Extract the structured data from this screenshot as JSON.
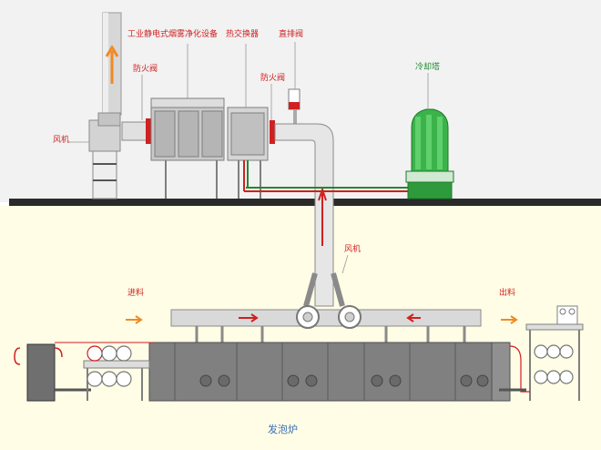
{
  "labels": {
    "purifier": "工业静电式烟雾净化设备",
    "heat_exchanger": "热交换器",
    "direct_exhaust_valve": "直排阀",
    "fire_damper_left": "防火阀",
    "fire_damper_right": "防火阀",
    "fan_top": "风机",
    "cooling_tower": "冷却塔",
    "fan_bottom": "风机",
    "feed_in": "进料",
    "feed_out": "出料",
    "foaming_furnace": "发泡炉"
  },
  "colors": {
    "sky": "#f2f2f2",
    "ground": "#fffde6",
    "floor_bar": "#2a2a2a",
    "label_red": "#d02020",
    "label_green": "#1f8a30",
    "label_blue": "#3a6fb5",
    "duct_fill": "#e6e6e6",
    "duct_stroke": "#8a8a8a",
    "tower_green": "#3bb34a",
    "furnace": "#808080",
    "arrow_orange": "#f08a24",
    "arrow_red": "#d02020"
  },
  "icons": {
    "flow_arrow": "arrow-icon",
    "roller": "roller-icon",
    "fan_wheel": "fan-wheel-icon"
  }
}
